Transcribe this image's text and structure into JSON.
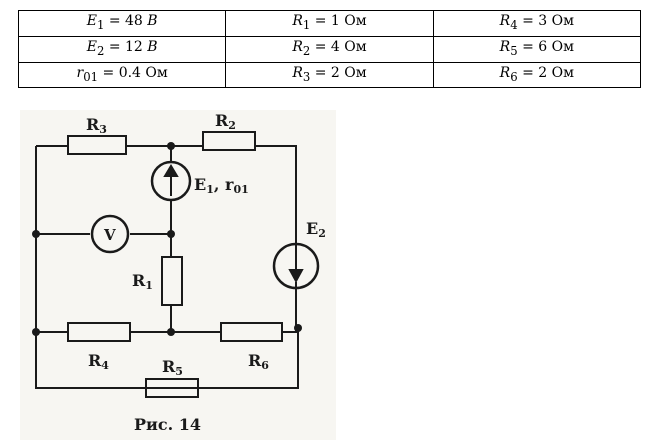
{
  "table": {
    "rows": [
      [
        {
          "s": "E",
          "sub": "1",
          "val": "48",
          "unit": "B",
          "unit_italic": true
        },
        {
          "s": "R",
          "sub": "1",
          "val": "1",
          "unit": "Ом",
          "unit_italic": false
        },
        {
          "s": "R",
          "sub": "4",
          "val": "3",
          "unit": "Ом",
          "unit_italic": false
        }
      ],
      [
        {
          "s": "E",
          "sub": "2",
          "val": "12",
          "unit": "B",
          "unit_italic": true
        },
        {
          "s": "R",
          "sub": "2",
          "val": "4",
          "unit": "Ом",
          "unit_italic": false
        },
        {
          "s": "R",
          "sub": "5",
          "val": "6",
          "unit": "Ом",
          "unit_italic": false
        }
      ],
      [
        {
          "s": "r",
          "sub": "01",
          "val": "0.4",
          "unit": "Ом",
          "unit_italic": false
        },
        {
          "s": "R",
          "sub": "3",
          "val": "2",
          "unit": "Ом",
          "unit_italic": false
        },
        {
          "s": "R",
          "sub": "6",
          "val": "2",
          "unit": "Ом",
          "unit_italic": false
        }
      ]
    ]
  },
  "circuit": {
    "labels": {
      "R3": "R3",
      "R2": "R2",
      "E1": "E1, r01",
      "V": "V",
      "E2": "E2",
      "R1": "R1",
      "R4": "R4",
      "R5": "R5",
      "R6": "R6"
    },
    "caption": "Рис. 14",
    "ink_color": "#1a1a1a"
  }
}
